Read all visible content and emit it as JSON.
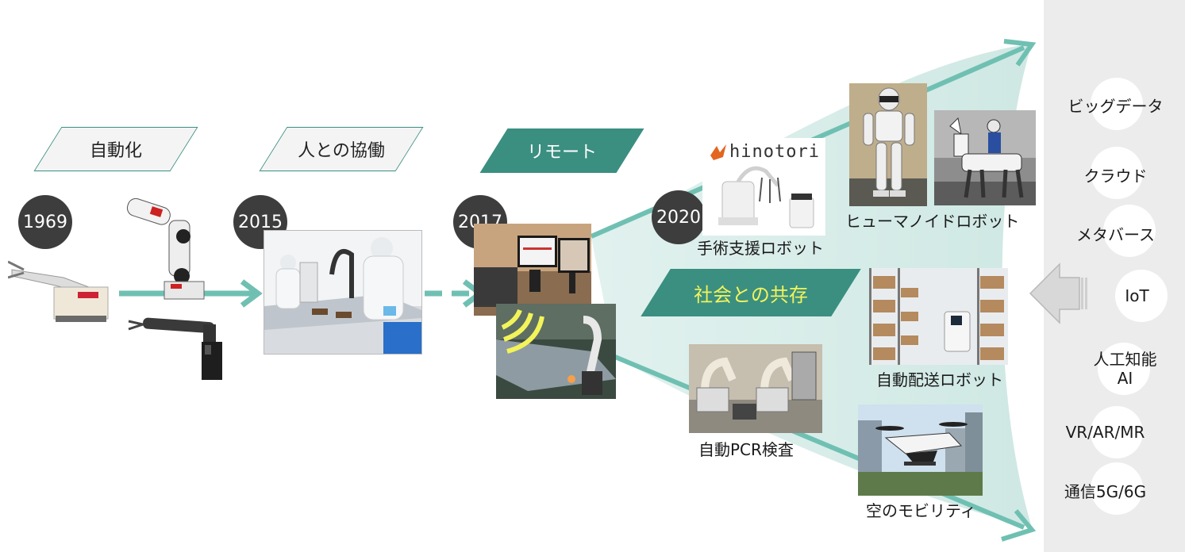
{
  "phases": {
    "automation": "自動化",
    "collaboration": "人との協働",
    "remote": "リモート",
    "coexistence": "社会との共存"
  },
  "years": [
    "1969",
    "2015",
    "2017",
    "2020"
  ],
  "robots": {
    "hinotori_logo": "hinotori",
    "surgical": "手術支援ロボット",
    "humanoid": "ヒューマノイドロボット",
    "delivery": "自動配送ロボット",
    "pcr": "自動PCR検査",
    "air_mobility": "空のモビリティ"
  },
  "technologies": [
    "ビッグデータ",
    "クラウド",
    "メタバース",
    "IoT",
    "人工知能",
    "AI",
    "VR/AR/MR",
    "通信5G/6G"
  ],
  "colors": {
    "teal": "#3a8f80",
    "arrow": "#6fc0b2",
    "fan": "#d4ebe7",
    "panel": "#ececec",
    "highlight": "#f3f35a"
  }
}
